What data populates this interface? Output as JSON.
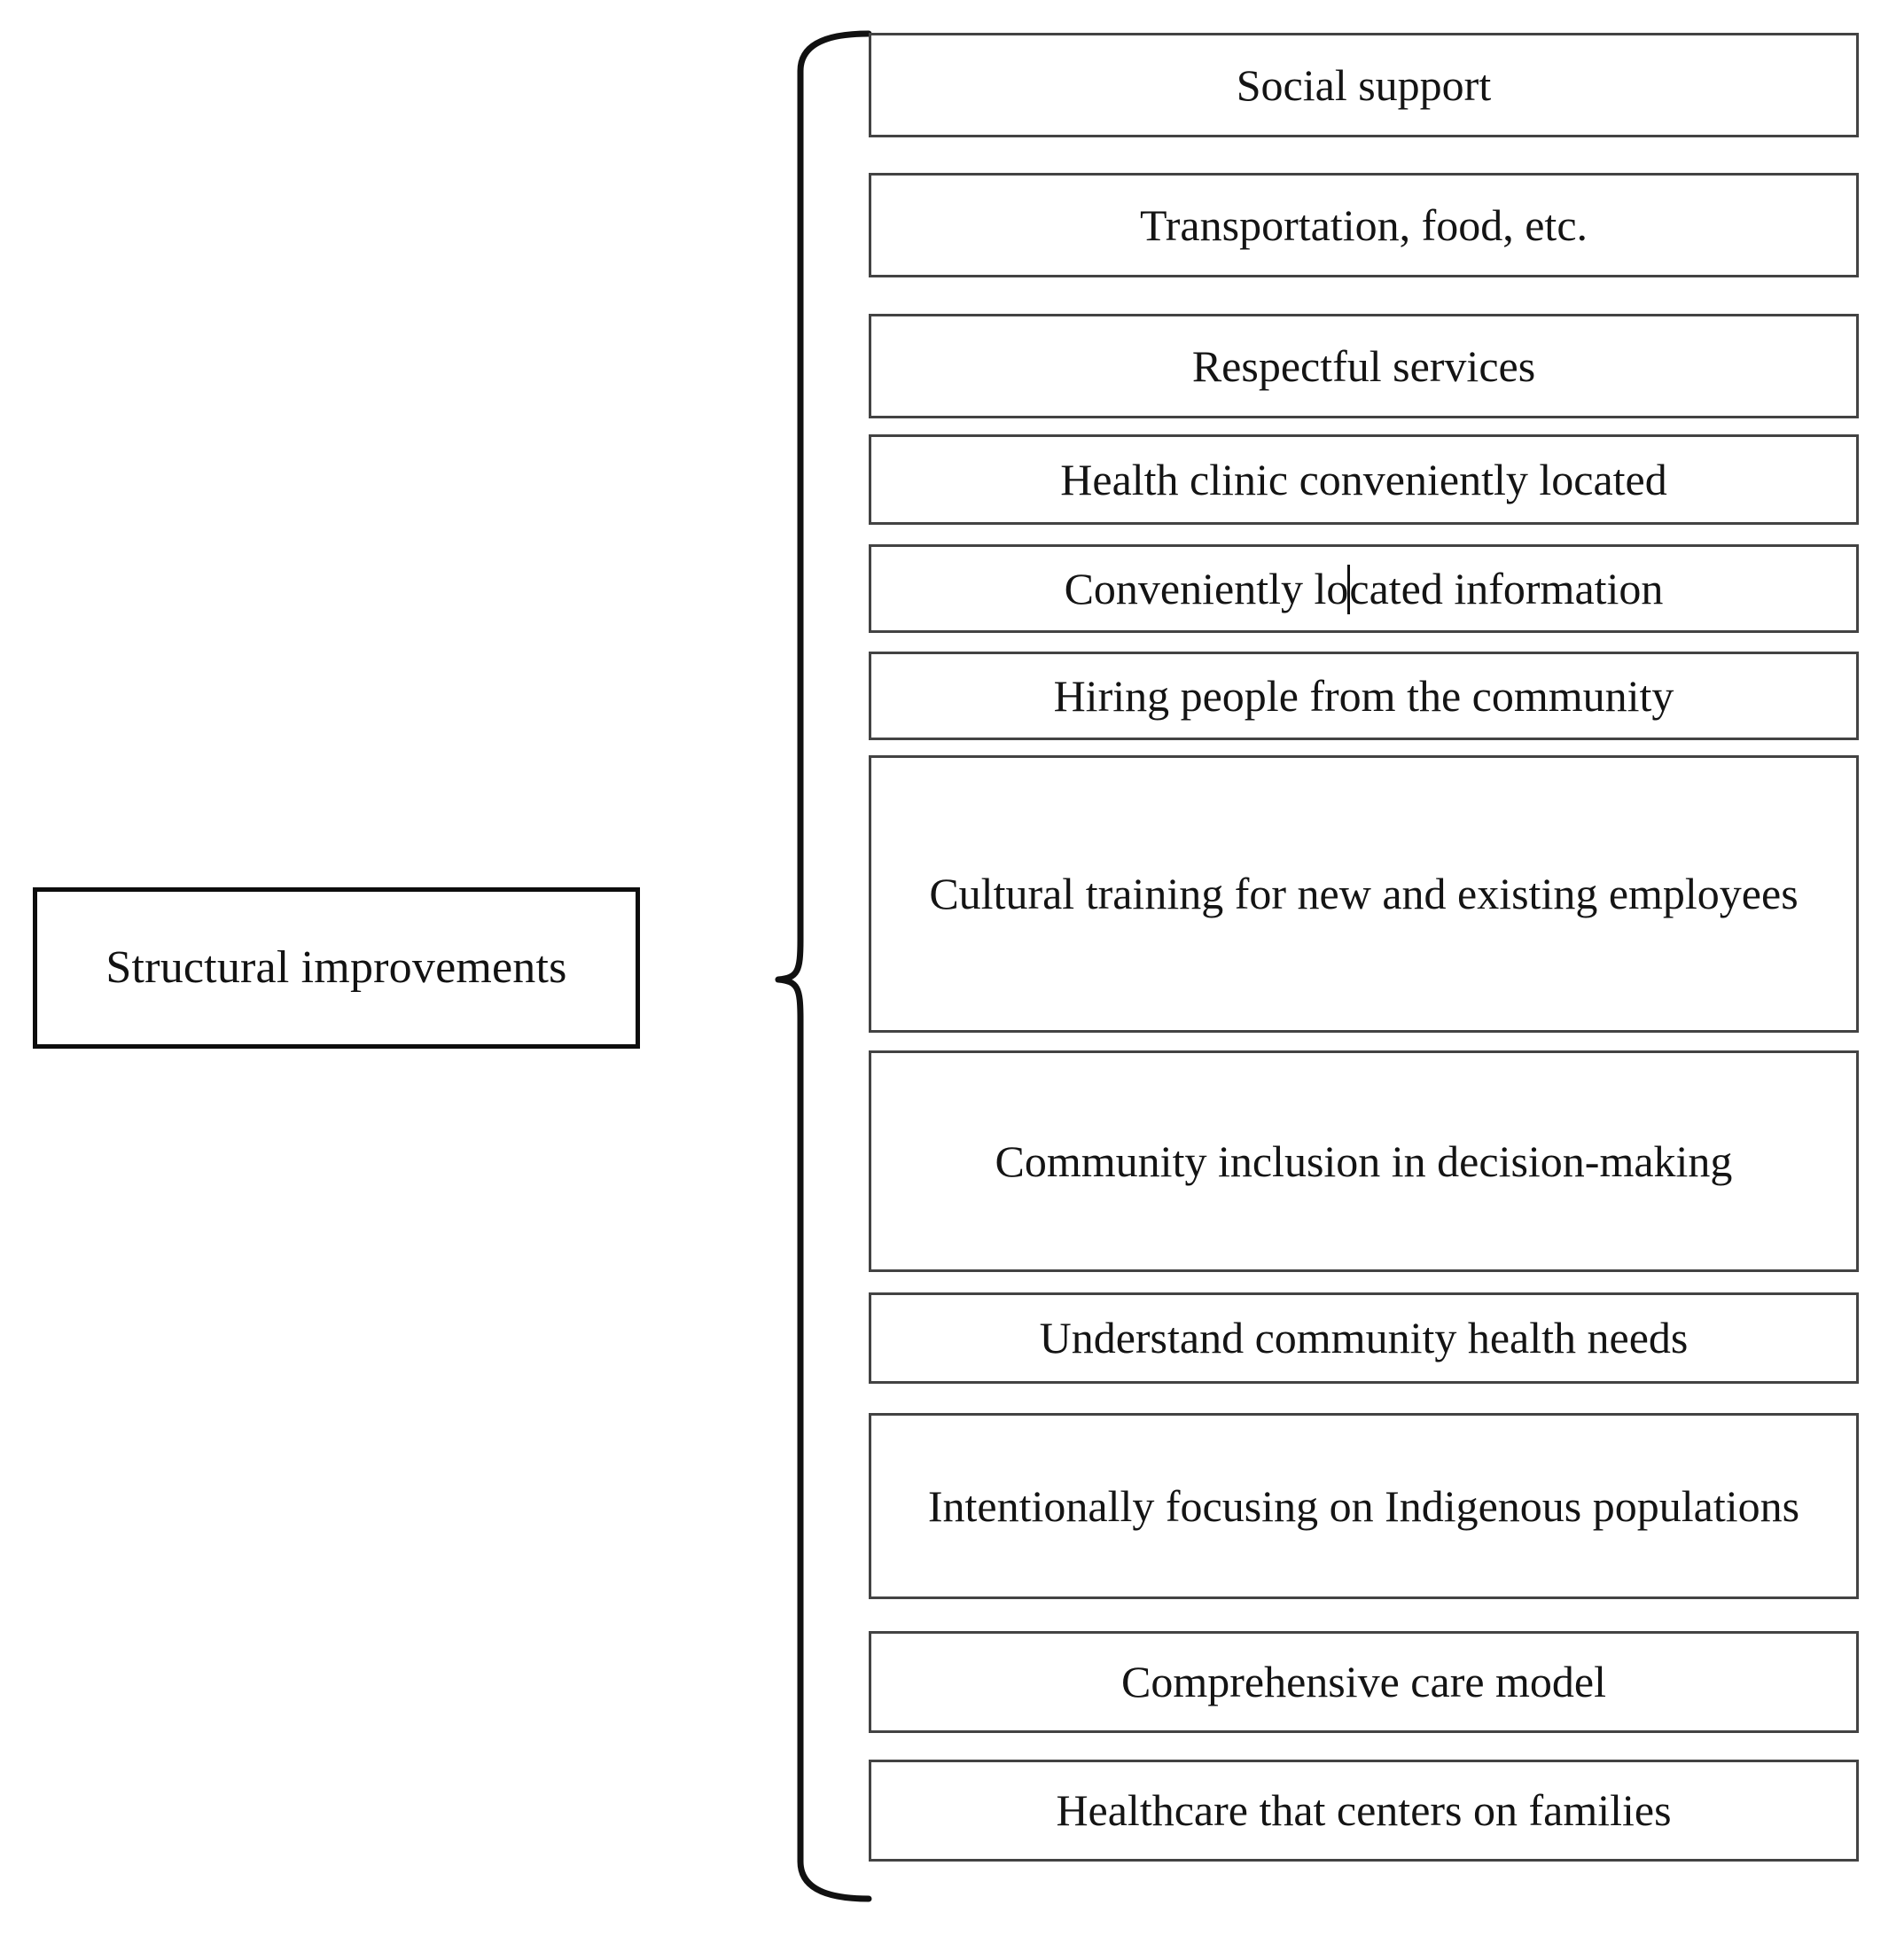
{
  "diagram": {
    "type": "bracket-tree",
    "root": {
      "label": "Structural\nimprovements",
      "name": "structural-improvements-node"
    },
    "connector": {
      "kind": "curly-brace",
      "orientation": "left-pointing",
      "color": "#111111"
    },
    "items": [
      {
        "label": "Social support"
      },
      {
        "label": "Transportation, food, etc."
      },
      {
        "label": "Respectful services"
      },
      {
        "label": "Health clinic conveniently located"
      },
      {
        "label": "Conveniently located information",
        "caret_after": "Conveniently lo",
        "caret_before": "cated information"
      },
      {
        "label": "Hiring people from the community"
      },
      {
        "label": "Cultural training for new and existing employees"
      },
      {
        "label": "Community inclusion in decision-making"
      },
      {
        "label": "Understand community health needs"
      },
      {
        "label": "Intentionally focusing on Indigenous populations"
      },
      {
        "label": "Comprehensive care model"
      },
      {
        "label": "Healthcare that centers on families"
      }
    ]
  }
}
